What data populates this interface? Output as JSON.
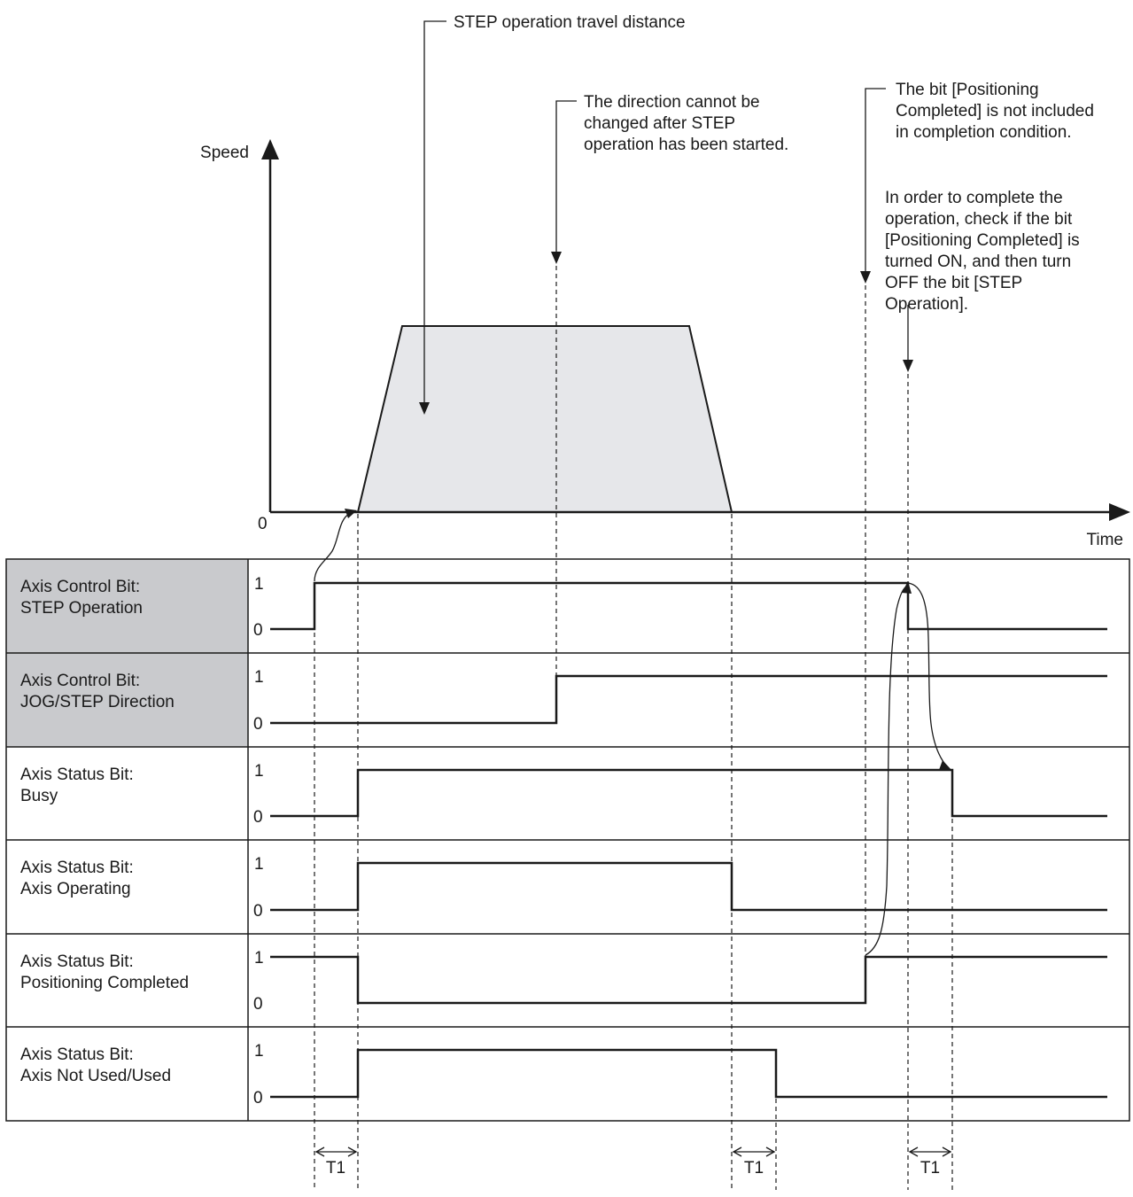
{
  "speed_chart": {
    "y_axis_label": "Speed",
    "x_axis_label": "Time",
    "origin_label": "0",
    "profile_fill": "#e6e7ea",
    "callouts": {
      "travel": "STEP operation travel distance",
      "direction": [
        "The direction cannot be",
        "changed after STEP",
        "operation has been started."
      ],
      "positioning": [
        "The bit [Positioning",
        "Completed] is not included",
        "in completion condition."
      ],
      "complete": [
        "In order to complete the",
        "operation, check if the bit",
        "[Positioning Completed] is",
        "turned ON, and then turn",
        "OFF the bit [STEP",
        "Operation]."
      ]
    }
  },
  "signal_rows": [
    {
      "line1": "Axis Control Bit:",
      "line2": "STEP Operation",
      "shaded": true,
      "high": "1",
      "low": "0"
    },
    {
      "line1": "Axis Control Bit:",
      "line2": "JOG/STEP Direction",
      "shaded": true,
      "high": "1",
      "low": "0"
    },
    {
      "line1": "Axis Status Bit:",
      "line2": "Busy",
      "shaded": false,
      "high": "1",
      "low": "0"
    },
    {
      "line1": "Axis Status Bit:",
      "line2": "Axis Operating",
      "shaded": false,
      "high": "1",
      "low": "0"
    },
    {
      "line1": "Axis Status Bit:",
      "line2": "Positioning Completed",
      "shaded": false,
      "high": "1",
      "low": "0"
    },
    {
      "line1": "Axis Status Bit:",
      "line2": "Axis Not Used/Used",
      "shaded": false,
      "high": "1",
      "low": "0"
    }
  ],
  "timing_labels": [
    "T1",
    "T1",
    "T1"
  ],
  "colors": {
    "label_cell_shade": "#c9cacd",
    "ink": "#1a1a1a"
  }
}
